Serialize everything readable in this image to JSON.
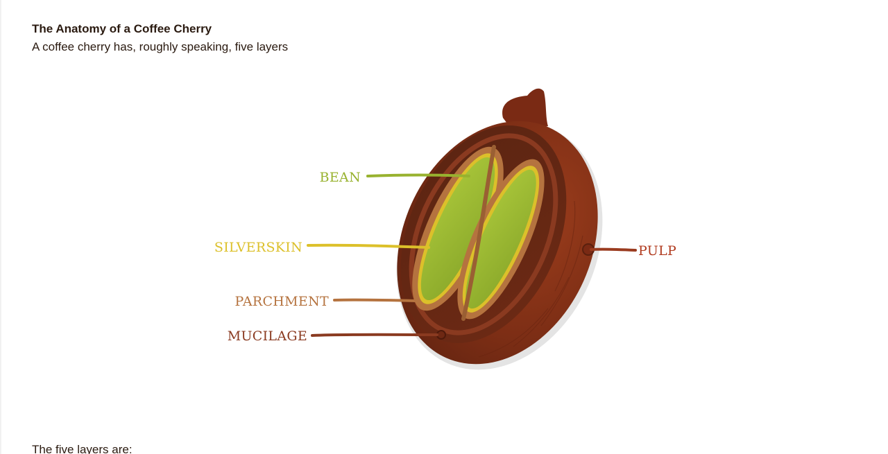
{
  "article": {
    "title": "The Anatomy of a Coffee Cherry",
    "subtitle": "A coffee cherry has, roughly speaking, five layers",
    "lead": "The five layers are:"
  },
  "diagram": {
    "labels": {
      "bean": "BEAN",
      "silverskin": "SILVERSKIN",
      "parchment": "PARCHMENT",
      "mucilage": "MUCILAGE",
      "pulp": "PULP"
    }
  },
  "colors": {
    "bean": "#98b22f",
    "silverskin": "#dcc02a",
    "parchment": "#b5733f",
    "mucilage": "#8a3a20",
    "pulp": "#b03a1e",
    "cherry_skin": "#7d2e15"
  }
}
